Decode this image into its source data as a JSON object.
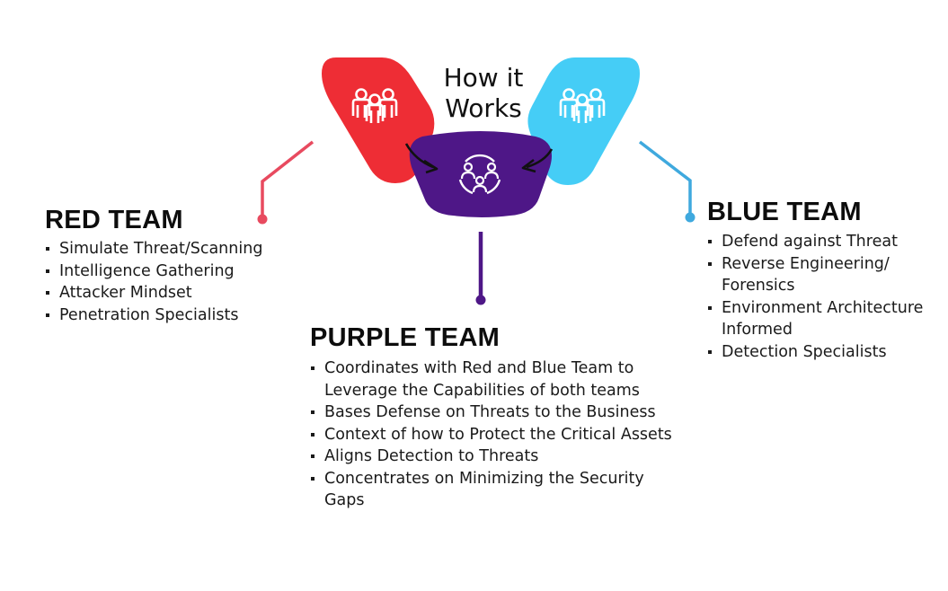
{
  "diagram": {
    "title": "How it Works",
    "colors": {
      "red": "#ee2d35",
      "purple": "#4e1787",
      "blue": "#45cdf6",
      "red_connector": "#e84a5f",
      "blue_connector": "#3fa9de",
      "purple_connector": "#4e1787"
    },
    "icons": {
      "red": "team-group-icon",
      "blue": "team-group-icon",
      "purple": "collaboration-circle-icon",
      "arrows": "curved-arrow-icon"
    }
  },
  "red_team": {
    "heading": "RED TEAM",
    "items": [
      "Simulate Threat/Scanning",
      "Intelligence Gathering",
      "Attacker Mindset",
      "Penetration Specialists"
    ]
  },
  "purple_team": {
    "heading": "PURPLE TEAM",
    "items": [
      "Coordinates with Red and Blue Team to Leverage the Capabilities of both teams",
      "Bases Defense on Threats to the Business",
      "Context of how to Protect the Critical Assets",
      "Aligns Detection to Threats",
      "Concentrates on Minimizing the Security Gaps"
    ]
  },
  "blue_team": {
    "heading": "BLUE TEAM",
    "items": [
      "Defend against Threat",
      "Reverse Engineering/ Forensics",
      "Environment Architecture Informed",
      "Detection Specialists"
    ]
  }
}
